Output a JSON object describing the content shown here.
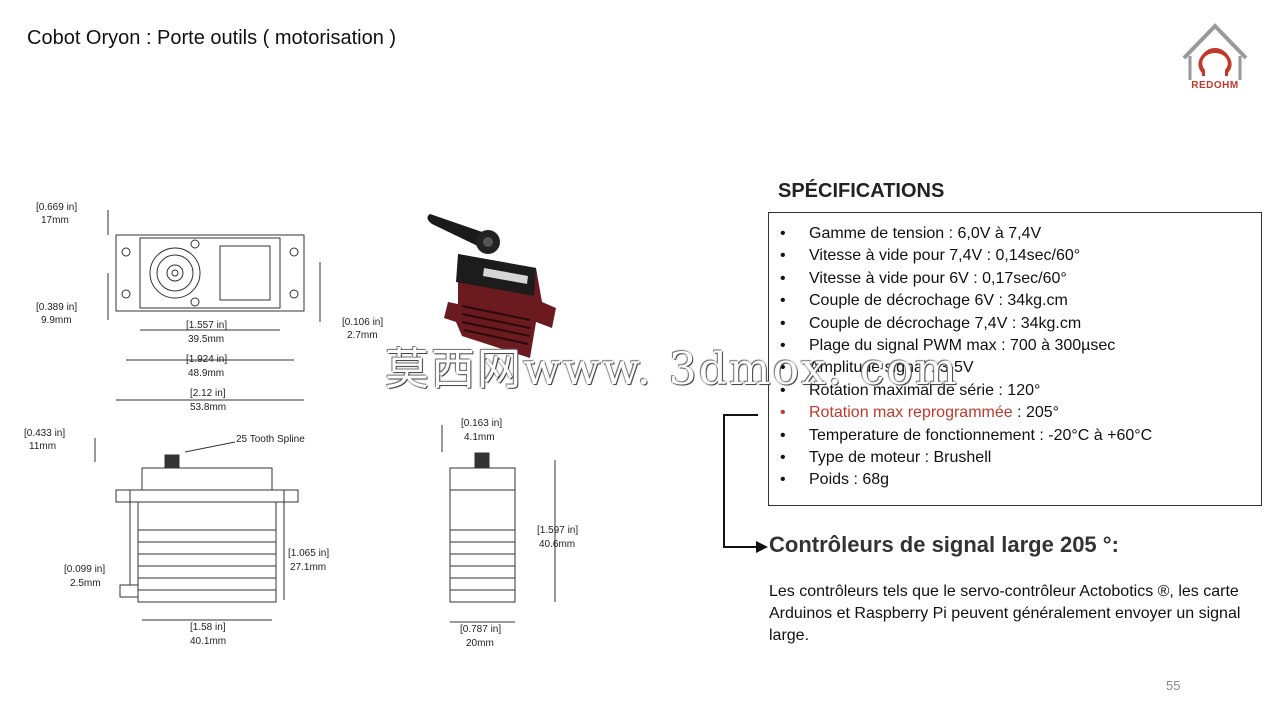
{
  "header": {
    "title": "Cobot Oryon : Porte outils ( motorisation )"
  },
  "logo": {
    "text": "REDOHM"
  },
  "drawing": {
    "labels": {
      "top_height": "[0.669 in]",
      "top_height_mm": "17mm",
      "mount_offset": "[0.389 in]",
      "mount_offset_mm": "9.9mm",
      "tab_thick": "[0.106 in]",
      "tab_thick_mm": "2.7mm",
      "body_len": "[1.557 in]",
      "body_len_mm": "39.5mm",
      "hole_span": "[1.924 in]",
      "hole_span_mm": "48.9mm",
      "total_len": "[2.12 in]",
      "total_len_mm": "53.8mm",
      "spline_h": "[0.433 in]",
      "spline_h_mm": "11mm",
      "spline": "25 Tooth Spline",
      "flange_off": "[0.099 in]",
      "flange_off_mm": "2.5mm",
      "case_h": "[1.065 in]",
      "case_h_mm": "27.1mm",
      "case_len": "[1.58 in]",
      "case_len_mm": "40.1mm",
      "side_spline": "[0.163 in]",
      "side_spline_mm": "4.1mm",
      "side_h": "[1.597 in]",
      "side_h_mm": "40.6mm",
      "side_w": "[0.787 in]",
      "side_w_mm": "20mm"
    }
  },
  "specs": {
    "heading": "SPÉCIFICATIONS",
    "items": [
      "Gamme de tension : 6,0V à 7,4V",
      "Vitesse à vide pour 7,4V : 0,14sec/60°",
      "Vitesse à vide pour 6V : 0,17sec/60°",
      "Couple de décrochage 6V : 34kg.cm",
      "Couple de décrochage 7,4V : 34kg.cm",
      "Plage du signal PWM max : 700 à 300µsec",
      "Amplitude signal : 3-5V",
      "Rotation maximal de série : 120°"
    ],
    "highlight_label": "Rotation max reprogrammée",
    "highlight_value": " : 205°",
    "items_after": [
      "Temperature de fonctionnement : -20°C à +60°C",
      "Type de moteur : Brushell",
      "Poids : 68g"
    ],
    "bullet": "•"
  },
  "controllers": {
    "heading": "Contrôleurs de signal large 205 °:",
    "body": "Les contrôleurs tels que le servo-contrôleur Actobotics ®, les carte Arduinos et Raspberry Pi peuvent généralement envoyer un signal large."
  },
  "watermark": {
    "text": "莫西网www. 3dmox. com"
  },
  "footer": {
    "page_number": "55"
  },
  "colors": {
    "accent_red": "#c0392b",
    "servo_body": "#6b1a20"
  }
}
